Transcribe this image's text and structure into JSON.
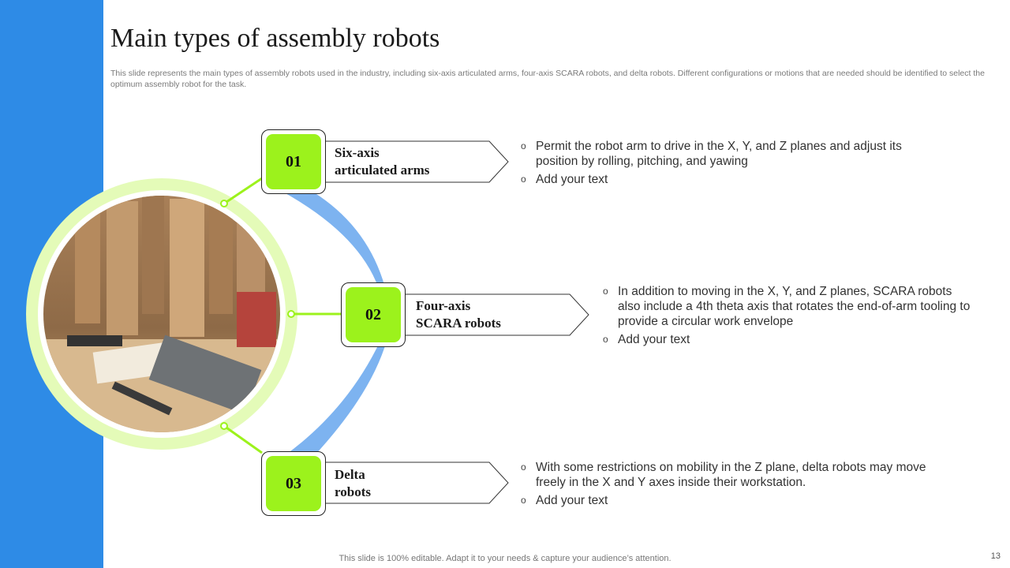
{
  "slide": {
    "title": "Main types of assembly robots",
    "subtitle": "This slide represents the main types of assembly robots used in the industry, including six-axis articulated arms, four-axis SCARA robots, and delta robots. Different configurations or motions that are needed should be identified to select the optimum assembly robot for the task.",
    "items": [
      {
        "number": "01",
        "label_line1": "Six-axis",
        "label_line2": "articulated arms",
        "bullets": [
          "Permit the robot arm to drive in the X, Y, and Z planes and adjust its position by rolling, pitching, and yawing",
          "Add your text"
        ]
      },
      {
        "number": "02",
        "label_line1": "Four-axis",
        "label_line2": "SCARA robots",
        "bullets": [
          "In addition to moving in the X, Y, and Z planes, SCARA robots also include a 4th theta axis that rotates the end-of-arm tooling to provide a circular work envelope",
          "Add your text"
        ]
      },
      {
        "number": "03",
        "label_line1": "Delta",
        "label_line2": "robots",
        "bullets": [
          "With some restrictions on mobility in the Z plane, delta robots may move freely in the X and Y axes inside their workstation.",
          "Add your text"
        ]
      }
    ],
    "bullet_marker": "o",
    "footer": "This slide is 100% editable. Adapt it to your needs & capture your audience’s attention.",
    "page_number": "13",
    "colors": {
      "side_bar": "#2E8BE6",
      "accent_green": "#9CF21C",
      "ring_green": "#E4FBB8",
      "connector_blue": "#7DB3F0"
    }
  }
}
